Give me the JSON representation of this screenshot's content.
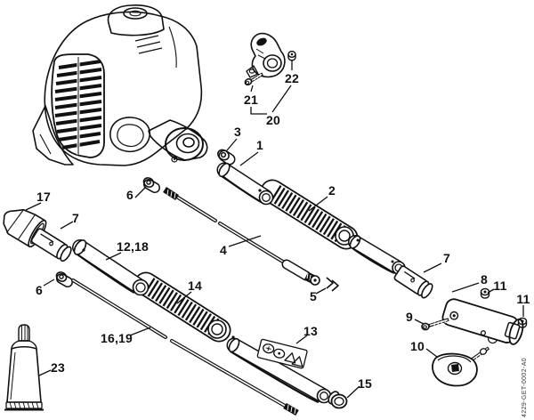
{
  "diagram": {
    "type": "exploded-parts-diagram",
    "background_color": "#ffffff",
    "line_color": "#111111",
    "drawing_number": "4229-GET-0002-A0",
    "callouts": {
      "c1": "1",
      "c2": "2",
      "c3": "3",
      "c4": "4",
      "c5": "5",
      "c6a": "6",
      "c6b": "6",
      "c7a": "7",
      "c7b": "7",
      "c8": "8",
      "c9": "9",
      "c10": "10",
      "c11a": "11",
      "c11b": "11",
      "c12_18": "12,18",
      "c13": "13",
      "c14": "14",
      "c15": "15",
      "c16_19": "16,19",
      "c17": "17",
      "c20": "20",
      "c21": "21",
      "c22": "22",
      "c23": "23"
    }
  }
}
